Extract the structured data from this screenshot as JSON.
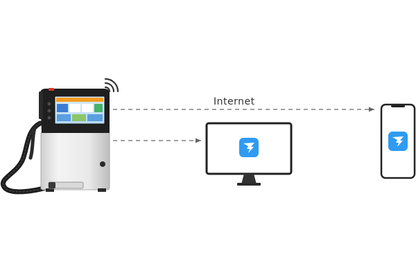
{
  "connection": {
    "label": "Internet"
  },
  "devices": [
    {
      "id": "printer",
      "name": "printer-device"
    },
    {
      "id": "monitor",
      "name": "desktop-monitor"
    },
    {
      "id": "phone",
      "name": "smartphone"
    }
  ],
  "colors": {
    "app_icon": "#2f9bf2",
    "arrow": "#666666",
    "device_frame": "#222222",
    "printer_cabinet": "#e6e6e6",
    "wifi": "#333333"
  },
  "icons": {
    "app": "dingtalk-app-icon",
    "wifi": "wifi-signal-icon"
  }
}
